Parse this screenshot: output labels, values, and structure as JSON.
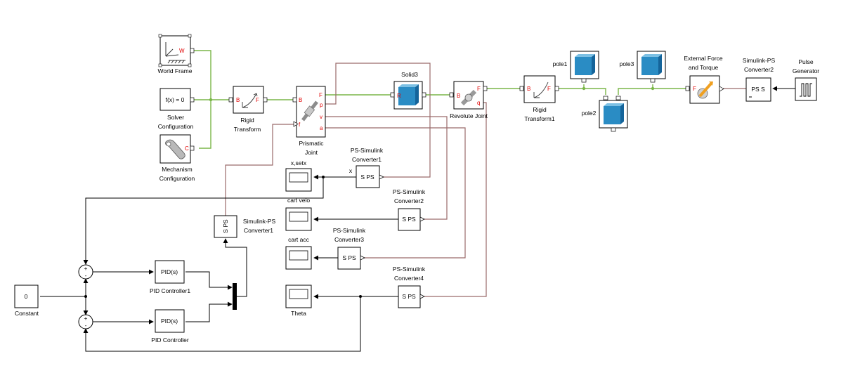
{
  "diagram": {
    "colors": {
      "physical_line": "#7ab648",
      "ps_line": "#9a6a6a",
      "signal_line": "#000000",
      "port_red": "#e00000",
      "solid_blue": "#1f80b8"
    },
    "blocks": {
      "world_frame": {
        "label": "World Frame",
        "port": "W"
      },
      "solver": {
        "label_line1": "Solver",
        "label_line2": "Configuration",
        "text": "f(x) = 0"
      },
      "mechanism": {
        "label_line1": "Mechanism",
        "label_line2": "Configuration",
        "port": "C"
      },
      "rigid_transform": {
        "label_line1": "Rigid",
        "label_line2": "Transform",
        "port_b": "B",
        "port_f": "F"
      },
      "prismatic": {
        "label_line1": "Prismatic",
        "label_line2": "Joint",
        "port_b": "B",
        "port_f": "F",
        "port_p": "p",
        "port_v": "v",
        "port_a": "a",
        "port_f_in": "f"
      },
      "solid3": {
        "label": "Solid3",
        "port_r": "R"
      },
      "revolute": {
        "label": "Revolute Joint",
        "port_b": "B",
        "port_f": "F",
        "port_q": "q"
      },
      "rigid_transform1": {
        "label_line1": "Rigid",
        "label_line2": "Transform1",
        "port_b": "B",
        "port_f": "F"
      },
      "pole1": {
        "label": "pole1"
      },
      "pole2": {
        "label": "pole2"
      },
      "pole3": {
        "label": "pole3"
      },
      "ext_force": {
        "label_line1": "External Force",
        "label_line2": "and Torque",
        "port": "F"
      },
      "sl_ps2": {
        "label_line1": "Simulink-PS",
        "label_line2": "Converter2",
        "text": "PS S"
      },
      "pulse": {
        "label_line1": "Pulse",
        "label_line2": "Generator"
      },
      "ps_sl1": {
        "label_line1": "PS-Simulink",
        "label_line2": "Converter1",
        "text": "S PS",
        "input_name": "x"
      },
      "ps_sl2": {
        "label_line1": "PS-Simulink",
        "label_line2": "Converter2",
        "text": "S PS"
      },
      "ps_sl3": {
        "label_line1": "PS-Simulink",
        "label_line2": "Converter3",
        "text": "S PS"
      },
      "ps_sl4": {
        "label_line1": "PS-Simulink",
        "label_line2": "Converter4",
        "text": "S PS"
      },
      "scope_xsetx": {
        "label": "x,setx"
      },
      "scope_velo": {
        "label": "cart velo"
      },
      "scope_acc": {
        "label": "cart acc"
      },
      "scope_theta": {
        "label": "Theta"
      },
      "sl_ps1": {
        "label_line1": "Simulink-PS",
        "label_line2": "Converter1",
        "text": "S PS"
      },
      "pid1": {
        "label": "PID Controller1",
        "text": "PID(s)"
      },
      "pid": {
        "label": "PID Controller",
        "text": "PID(s)"
      },
      "constant": {
        "label": "Constant",
        "value": "0"
      },
      "sum_top": {
        "plus": "+",
        "minus": "-"
      },
      "sum_bottom": {
        "plus": "+",
        "minus": "-"
      }
    }
  }
}
